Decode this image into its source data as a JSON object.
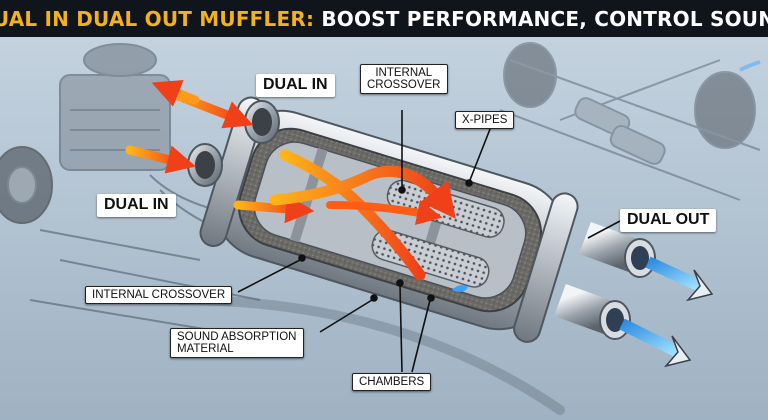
{
  "title": {
    "part1": "DUAL IN DUAL OUT MUFFLER:",
    "part2": "BOOST PERFORMANCE, CONTROL SOUND"
  },
  "labels": {
    "dual_in_top": "DUAL IN",
    "dual_in_left": "DUAL IN",
    "internal_crossover_top": "INTERNAL\nCROSSOVER",
    "x_pipes": "X-PIPES",
    "dual_out": "DUAL OUT",
    "internal_crossover_left": "INTERNAL CROSSOVER",
    "sound_absorption": "SOUND ABSORPTION\nMATERIAL",
    "chambers": "CHAMBERS"
  },
  "colors": {
    "title_accent": "#f2b21b",
    "title_text": "#ffffff",
    "inflow_arrow": "#ff6a10",
    "outflow_arrow": "#55b8ee",
    "background": "#b9cad8"
  }
}
